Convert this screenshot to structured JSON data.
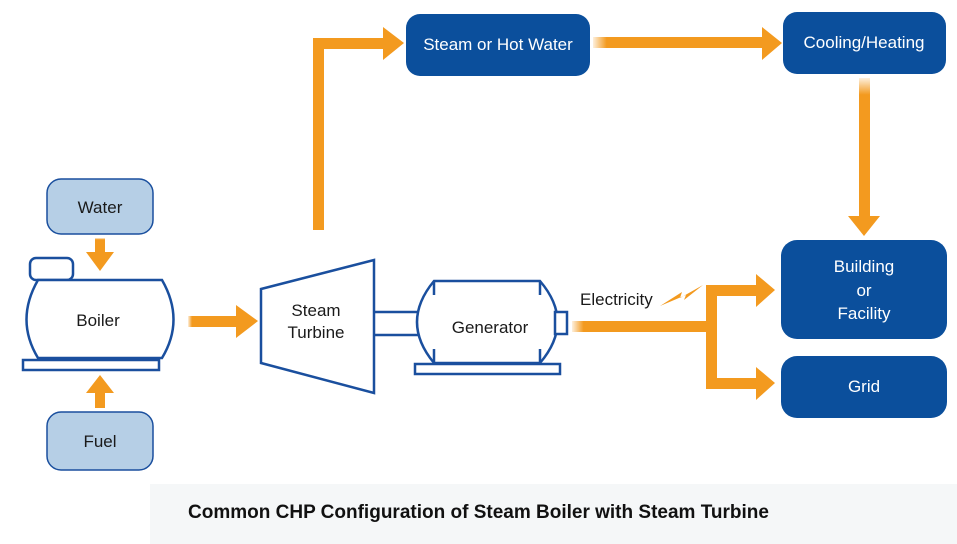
{
  "colors": {
    "arrow": "#f39a1f",
    "dark_box": "#0b4f9c",
    "light_box": "#b6cfe6",
    "outline": "#1a4f9e"
  },
  "nodes": {
    "water": "Water",
    "fuel": "Fuel",
    "boiler": "Boiler",
    "turbine_line1": "Steam",
    "turbine_line2": "Turbine",
    "generator": "Generator",
    "steam_hot_water": "Steam or Hot Water",
    "cooling_heating": "Cooling/Heating",
    "building_line1": "Building",
    "building_line2": "or",
    "building_line3": "Facility",
    "grid": "Grid"
  },
  "labels": {
    "electricity": "Electricity",
    "electricity_icon": "lightning-bolt-icon"
  },
  "caption": "Common CHP Configuration of Steam Boiler with Steam Turbine"
}
